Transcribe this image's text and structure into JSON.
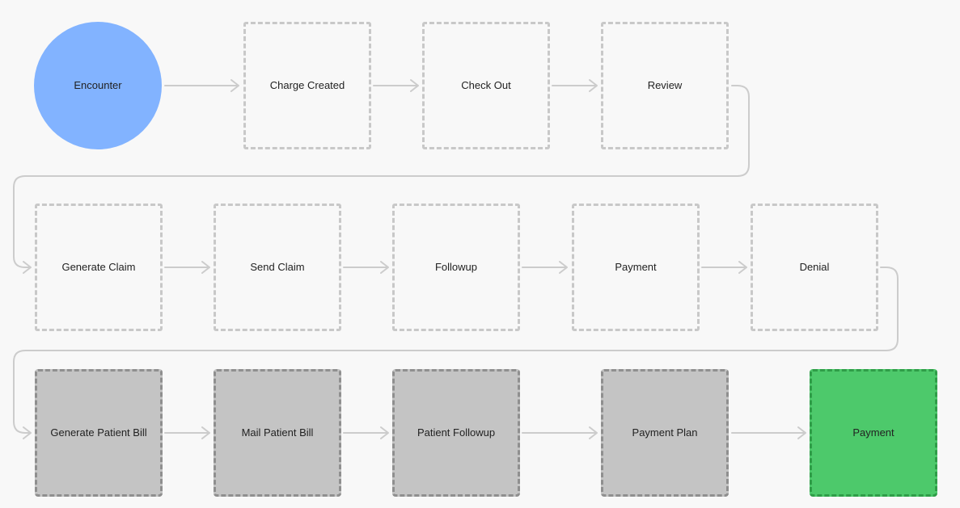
{
  "colors": {
    "background": "#f8f8f8",
    "start_node": "#82b3ff",
    "patient_step": "#c4c4c4",
    "final_payment": "#4dc96b",
    "connector": "#cccccc"
  },
  "row1": {
    "encounter": "Encounter",
    "charge_created": "Charge Created",
    "check_out": "Check Out",
    "review": "Review"
  },
  "row2": {
    "generate_claim": "Generate Claim",
    "send_claim": "Send Claim",
    "followup": "Followup",
    "payment": "Payment",
    "denial": "Denial"
  },
  "row3": {
    "generate_patient_bill": "Generate Patient Bill",
    "mail_patient_bill": "Mail Patient Bill",
    "patient_followup": "Patient Followup",
    "payment_plan": "Payment Plan",
    "payment": "Payment"
  }
}
